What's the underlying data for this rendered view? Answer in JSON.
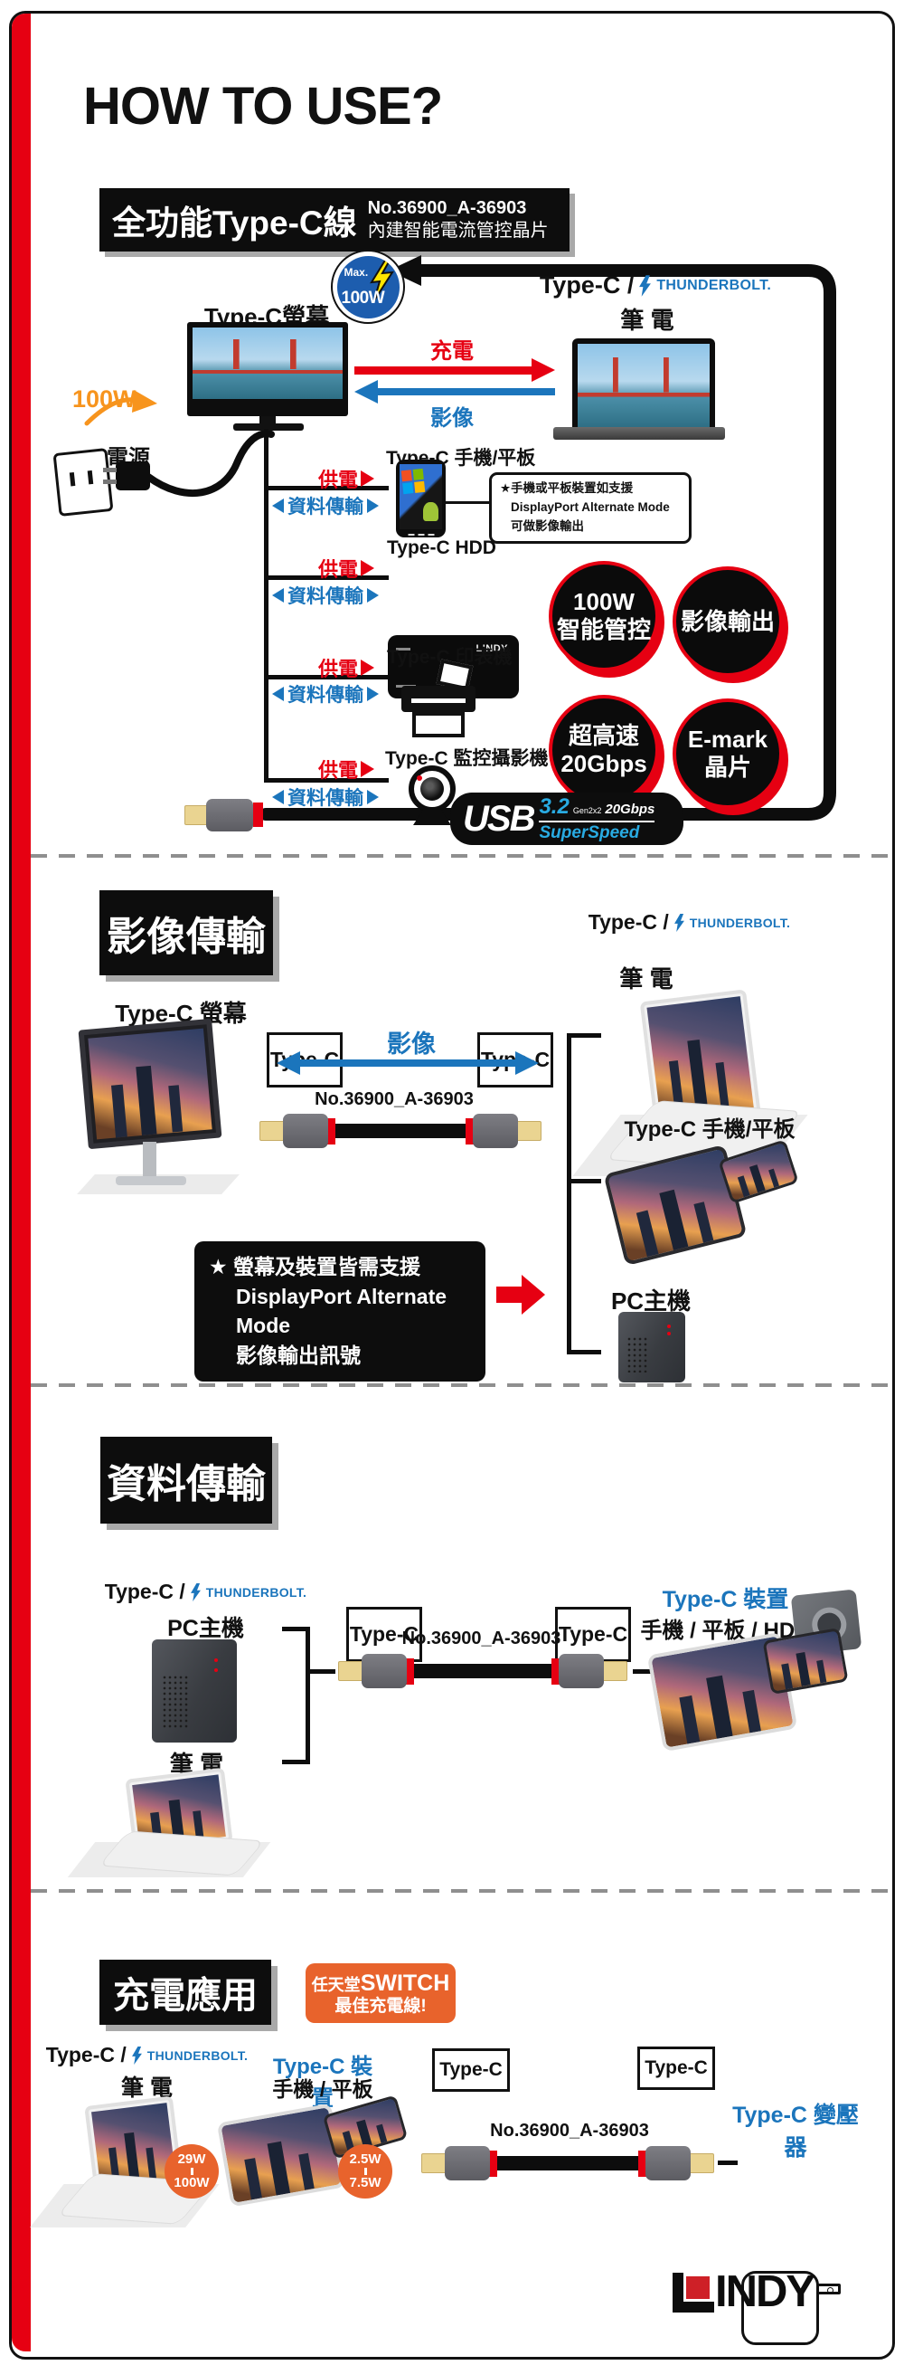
{
  "page": {
    "title": "HOW TO USE?"
  },
  "colors": {
    "red": "#E60012",
    "blue": "#1B75BC",
    "orange_text": "#F7941D",
    "orange_badge": "#E8632C",
    "cyan": "#29ABE2",
    "badge_blue": "#1D5DAE",
    "brand_red": "#CE2027"
  },
  "common": {
    "typec_prefix": "Type-C /",
    "thunderbolt": "THUNDERBOLT.",
    "typec": "Type-C",
    "cable_no": "No.36900_A-36903",
    "supply": "供電",
    "data_transfer": "資料傳輸",
    "laptop": "筆 電",
    "pc_host": "PC主機",
    "video": "影像"
  },
  "intro": {
    "product_title": "全功能Type-C線",
    "product_no": "No.36900_A-36903",
    "product_sub": "內建智能電流管控晶片",
    "max_badge": {
      "prefix": "Max.",
      "watt": "100W"
    },
    "monitor_label": "Type-C螢幕",
    "charge": "充電",
    "power_watt": "100W",
    "power_label": "電源",
    "devices": [
      {
        "label": "Type-C 手機/平板"
      },
      {
        "label": "Type-C HDD"
      },
      {
        "label": "Type-C 印表機"
      },
      {
        "label": "Type-C 監控攝影機"
      }
    ],
    "note": {
      "line1": "★手機或平板裝置如支援",
      "line2": "DisplayPort Alternate Mode",
      "line3": "可做影像輸出"
    },
    "features": [
      {
        "line1": "100W",
        "line2": "智能管控"
      },
      {
        "line1": "影像輸出",
        "line2": ""
      },
      {
        "line1": "超高速",
        "line2": "20Gbps"
      },
      {
        "line1": "E-mark",
        "line2": "晶片"
      }
    ],
    "usb_badge": {
      "usb": "USB",
      "version": "3.2",
      "gen": "Gen2x2",
      "speed": "20Gbps",
      "superspeed": "SuperSpeed"
    },
    "hdd_brand": "LINDY"
  },
  "video_section": {
    "header": "影像傳輸",
    "monitor_label": "Type-C 螢幕",
    "phone_tablet_label": "Type-C 手機/平板",
    "note": {
      "line1": "★ 螢幕及裝置皆需支援",
      "line2": "DisplayPort Alternate Mode",
      "line3": "影像輸出訊號"
    }
  },
  "data_section": {
    "header": "資料傳輸",
    "device_title": "Type-C 裝置",
    "device_sub": "手機 / 平板 / HDD"
  },
  "charge_section": {
    "header": "充電應用",
    "switch_prefix": "任天堂",
    "switch_word": "SWITCH",
    "switch_line2": "最佳充電線!",
    "device_title": "Type-C 裝置",
    "device_sub": "手機 / 平板",
    "laptop_badge": {
      "min": "29W",
      "max": "100W"
    },
    "mobile_badge": {
      "min": "2.5W",
      "max": "7.5W"
    },
    "adapter_label": "Type-C 變壓器"
  },
  "footer": {
    "brand_suffix": "INDY"
  }
}
